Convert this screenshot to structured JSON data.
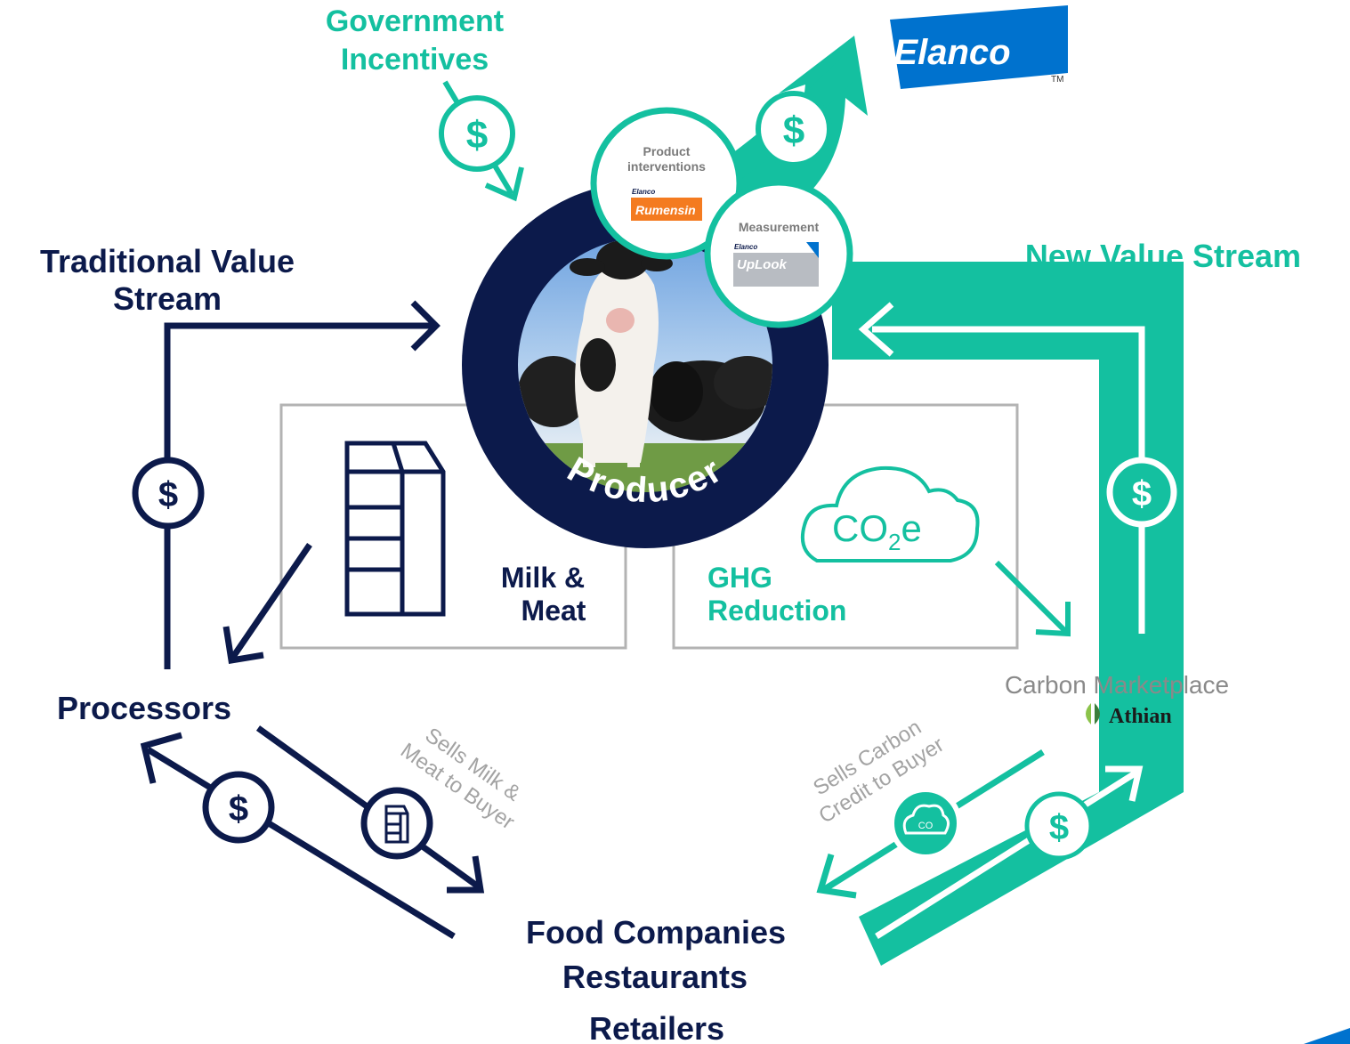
{
  "labels": {
    "government_incentives": [
      "Government",
      "Incentives"
    ],
    "traditional_value_stream": [
      "Traditional Value",
      "Stream"
    ],
    "new_value_stream": "New Value Stream",
    "producer": "Producer",
    "milk_meat": [
      "Milk &",
      "Meat"
    ],
    "ghg_reduction": [
      "GHG",
      "Reduction"
    ],
    "processors": "Processors",
    "food_companies": [
      "Food Companies",
      "Restaurants",
      "Retailers"
    ],
    "carbon_marketplace": "Carbon Marketplace",
    "athian": "Athian",
    "sells_milk_meat": [
      "Sells Milk &",
      "Meat to Buyer"
    ],
    "sells_carbon": [
      "Sells Carbon",
      "Credit to Buyer"
    ],
    "product_interventions": [
      "Product",
      "interventions"
    ],
    "measurement": "Measurement",
    "elanco": "Elanco",
    "elanco_small": "Elanco",
    "rumensin": "Rumensin",
    "uplook": "UpLook",
    "trademark": "TM",
    "dollar": "$",
    "co2e": "CO",
    "co2_sub": "2",
    "co2_e": "e"
  },
  "colors": {
    "navy": "#0c1a4b",
    "teal": "#14c0a0",
    "gray": "#a3a3a3",
    "elanco_blue": "#0072ce",
    "rumensin_orange": "#f47b20"
  }
}
